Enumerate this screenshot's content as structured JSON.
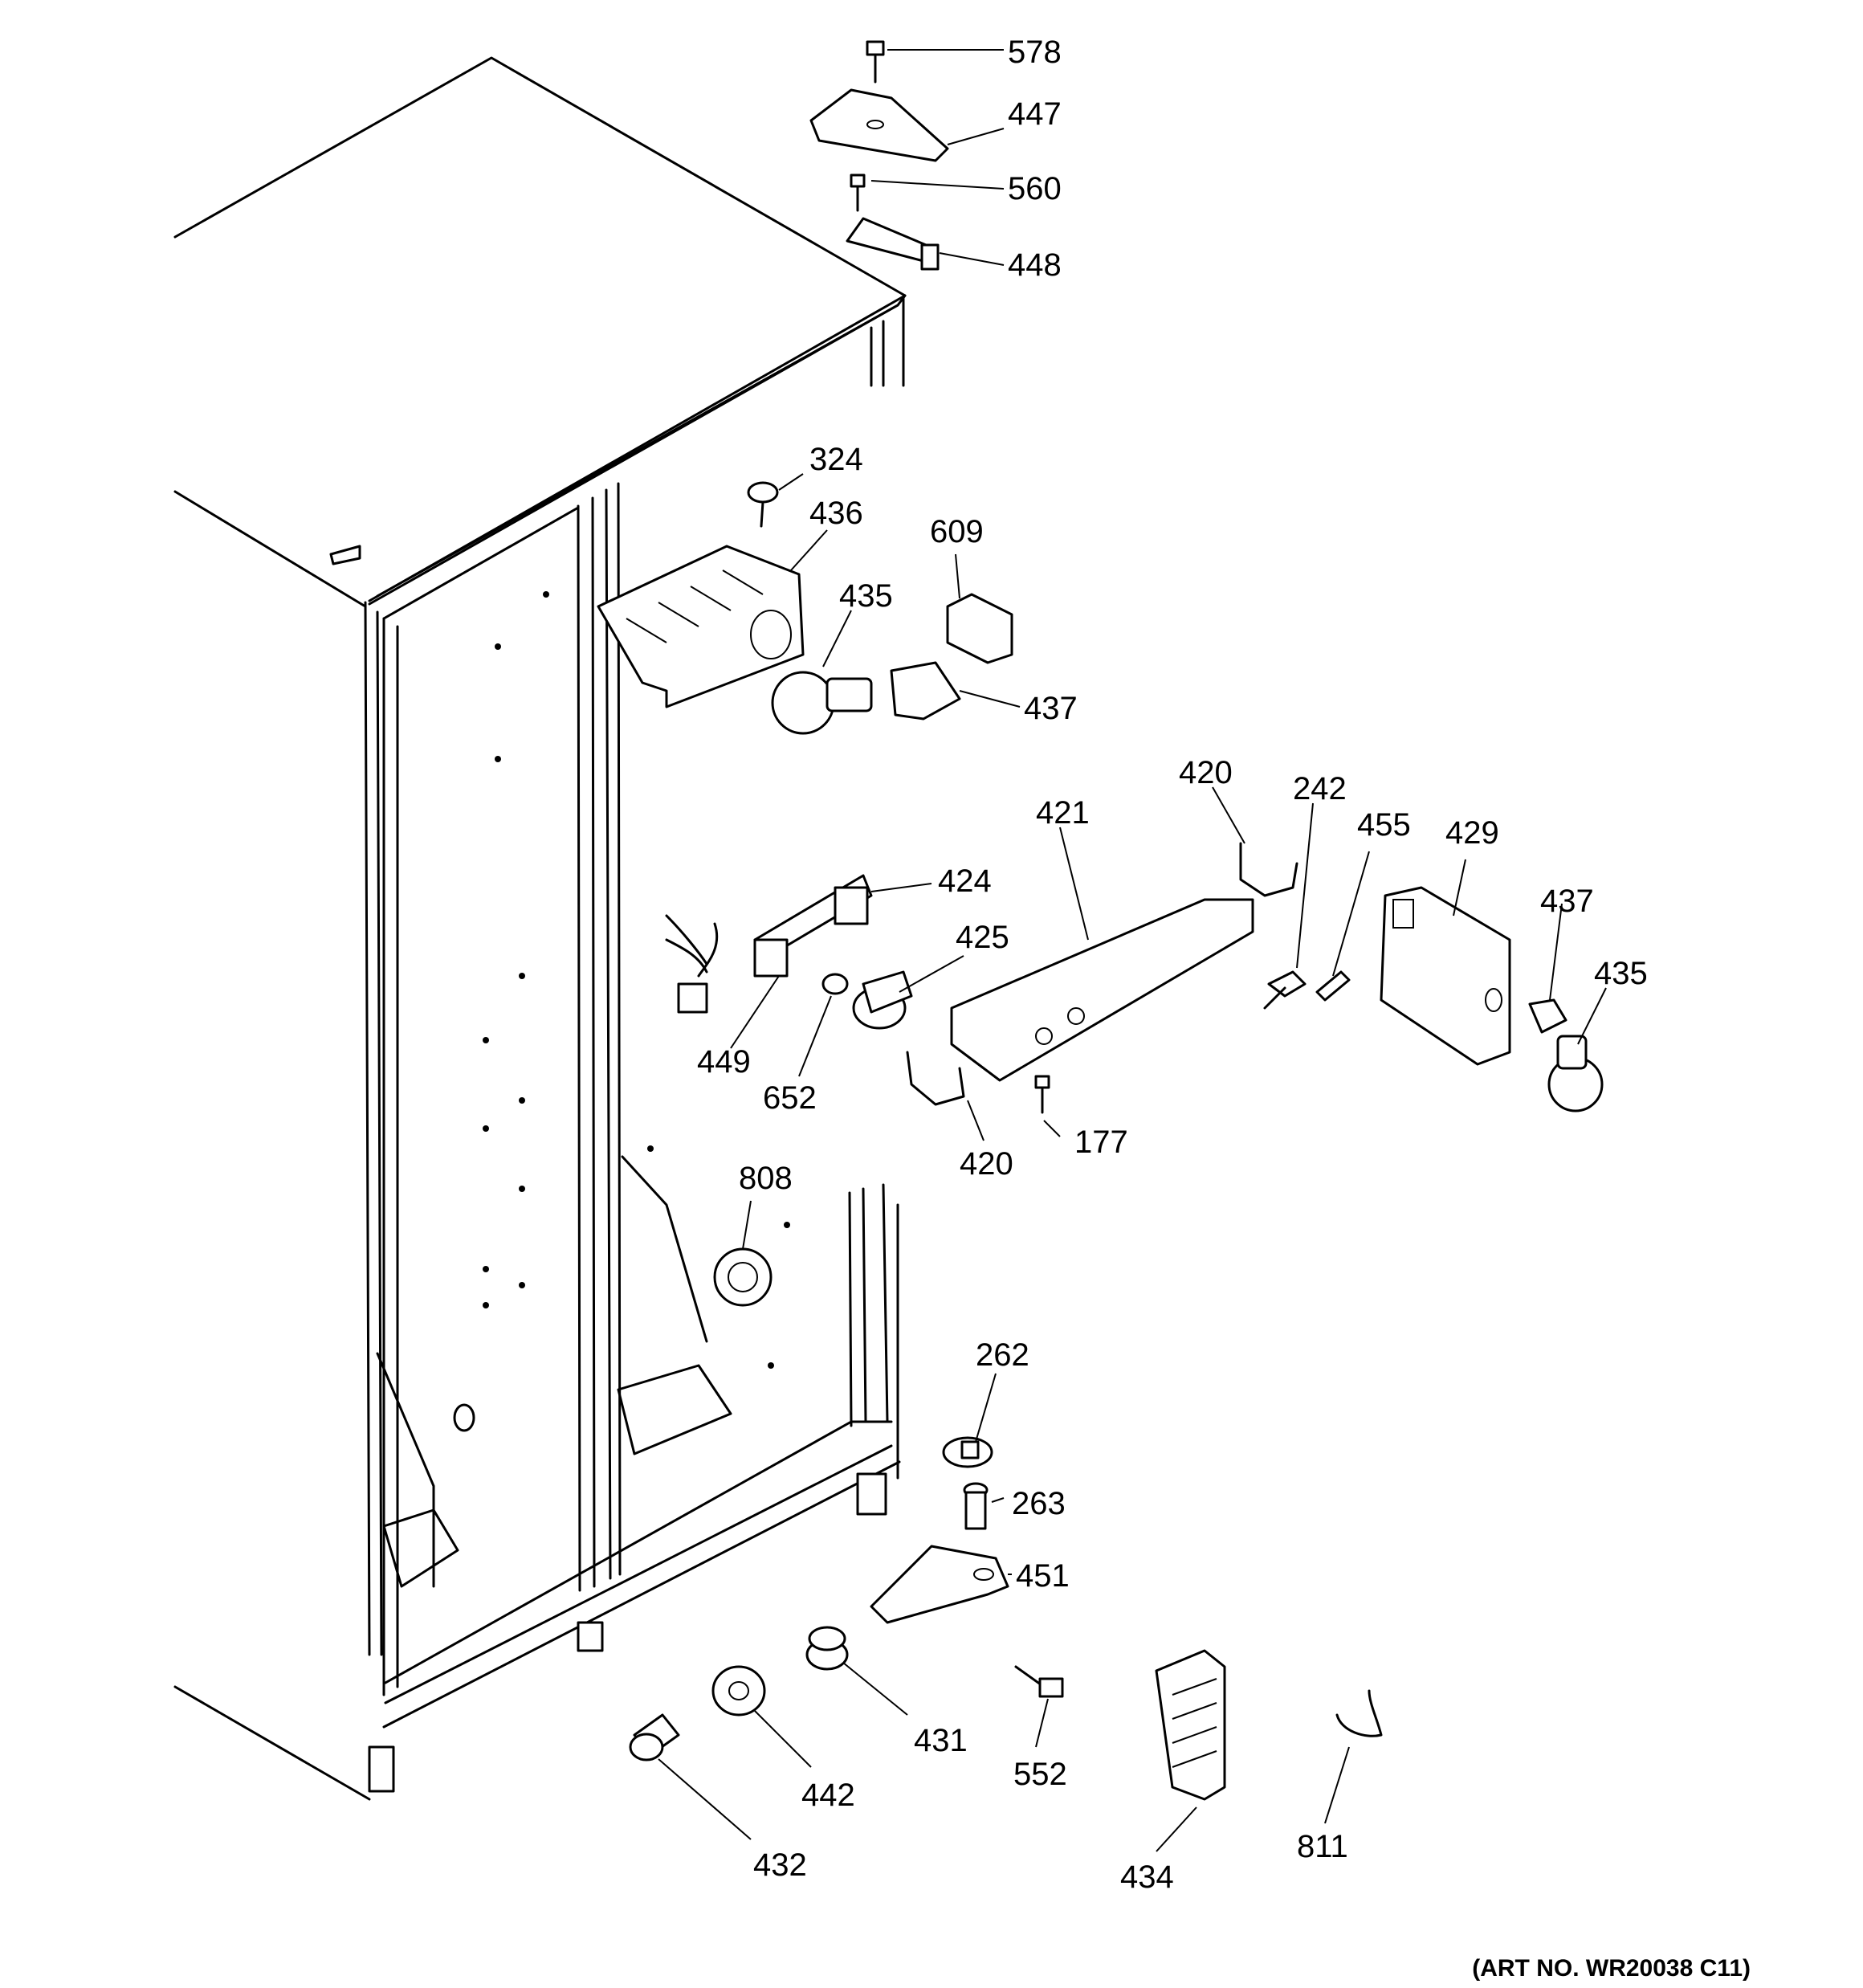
{
  "diagram": {
    "art_number": "(ART NO. WR20038 C11)",
    "callouts": [
      {
        "id": "c578",
        "label": "578"
      },
      {
        "id": "c447",
        "label": "447"
      },
      {
        "id": "c560",
        "label": "560"
      },
      {
        "id": "c448",
        "label": "448"
      },
      {
        "id": "c324",
        "label": "324"
      },
      {
        "id": "c436",
        "label": "436"
      },
      {
        "id": "c609",
        "label": "609"
      },
      {
        "id": "c435a",
        "label": "435"
      },
      {
        "id": "c437a",
        "label": "437"
      },
      {
        "id": "c420a",
        "label": "420"
      },
      {
        "id": "c242",
        "label": "242"
      },
      {
        "id": "c455",
        "label": "455"
      },
      {
        "id": "c429",
        "label": "429"
      },
      {
        "id": "c421",
        "label": "421"
      },
      {
        "id": "c424",
        "label": "424"
      },
      {
        "id": "c425",
        "label": "425"
      },
      {
        "id": "c437b",
        "label": "437"
      },
      {
        "id": "c435b",
        "label": "435"
      },
      {
        "id": "c449",
        "label": "449"
      },
      {
        "id": "c652",
        "label": "652"
      },
      {
        "id": "c420b",
        "label": "420"
      },
      {
        "id": "c177",
        "label": "177"
      },
      {
        "id": "c808",
        "label": "808"
      },
      {
        "id": "c262",
        "label": "262"
      },
      {
        "id": "c263",
        "label": "263"
      },
      {
        "id": "c451",
        "label": "451"
      },
      {
        "id": "c431",
        "label": "431"
      },
      {
        "id": "c442",
        "label": "442"
      },
      {
        "id": "c552",
        "label": "552"
      },
      {
        "id": "c432",
        "label": "432"
      },
      {
        "id": "c434",
        "label": "434"
      },
      {
        "id": "c811",
        "label": "811"
      }
    ]
  }
}
